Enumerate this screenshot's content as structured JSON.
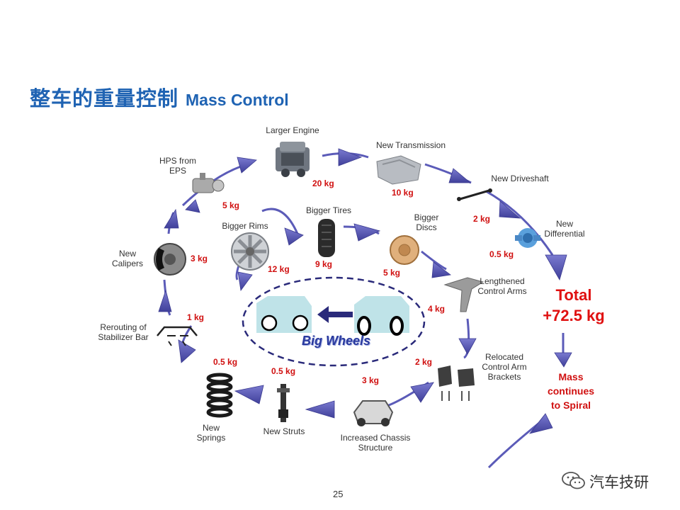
{
  "title": {
    "zh": "整车的重量控制",
    "en": "Mass Control"
  },
  "components": [
    {
      "key": "larger-engine",
      "label": [
        "Larger Engine"
      ],
      "kg": "20 kg"
    },
    {
      "key": "new-transmission",
      "label": [
        "New Transmission"
      ],
      "kg": "10 kg"
    },
    {
      "key": "new-driveshaft",
      "label": [
        "New Driveshaft"
      ],
      "kg": "2 kg"
    },
    {
      "key": "new-differential",
      "label": [
        "New",
        "Differential"
      ],
      "kg": "0.5 kg"
    },
    {
      "key": "lengthened-control-arms",
      "label": [
        "Lengthened",
        "Control Arms"
      ],
      "kg": "4 kg"
    },
    {
      "key": "relocated-control-arm-brackets",
      "label": [
        "Relocated",
        "Control Arm",
        "Brackets"
      ],
      "kg": "2 kg"
    },
    {
      "key": "increased-chassis-structure",
      "label": [
        "Increased Chassis",
        "Structure"
      ],
      "kg": "3 kg"
    },
    {
      "key": "new-struts",
      "label": [
        "New Struts"
      ],
      "kg": "0.5 kg"
    },
    {
      "key": "new-springs",
      "label": [
        "New",
        "Springs"
      ],
      "kg": "0.5 kg"
    },
    {
      "key": "rerouting-stabilizer-bar",
      "label": [
        "Rerouting of",
        "Stabilizer Bar"
      ],
      "kg": "1 kg"
    },
    {
      "key": "new-calipers",
      "label": [
        "New",
        "Calipers"
      ],
      "kg": "3 kg"
    },
    {
      "key": "hps-from-eps",
      "label": [
        "HPS from",
        "EPS"
      ],
      "kg": "5 kg"
    },
    {
      "key": "bigger-rims",
      "label": [
        "Bigger Rims"
      ],
      "kg": "12 kg"
    },
    {
      "key": "bigger-tires",
      "label": [
        "Bigger Tires"
      ],
      "kg": "9 kg"
    },
    {
      "key": "bigger-discs",
      "label": [
        "Bigger",
        "Discs"
      ],
      "kg": "5 kg"
    }
  ],
  "total": {
    "line1": "Total",
    "line2": "+72.5 kg"
  },
  "spiral_note": [
    "Mass",
    "continues",
    "to Spiral"
  ],
  "center_label": "Big Wheels",
  "page_number": "25",
  "watermark": "汽车技研",
  "colors": {
    "title": "#1f63b3",
    "arrow": "#5050b0",
    "weight": "#d01010",
    "total": "#e01010",
    "car": "#bfe3e8"
  }
}
